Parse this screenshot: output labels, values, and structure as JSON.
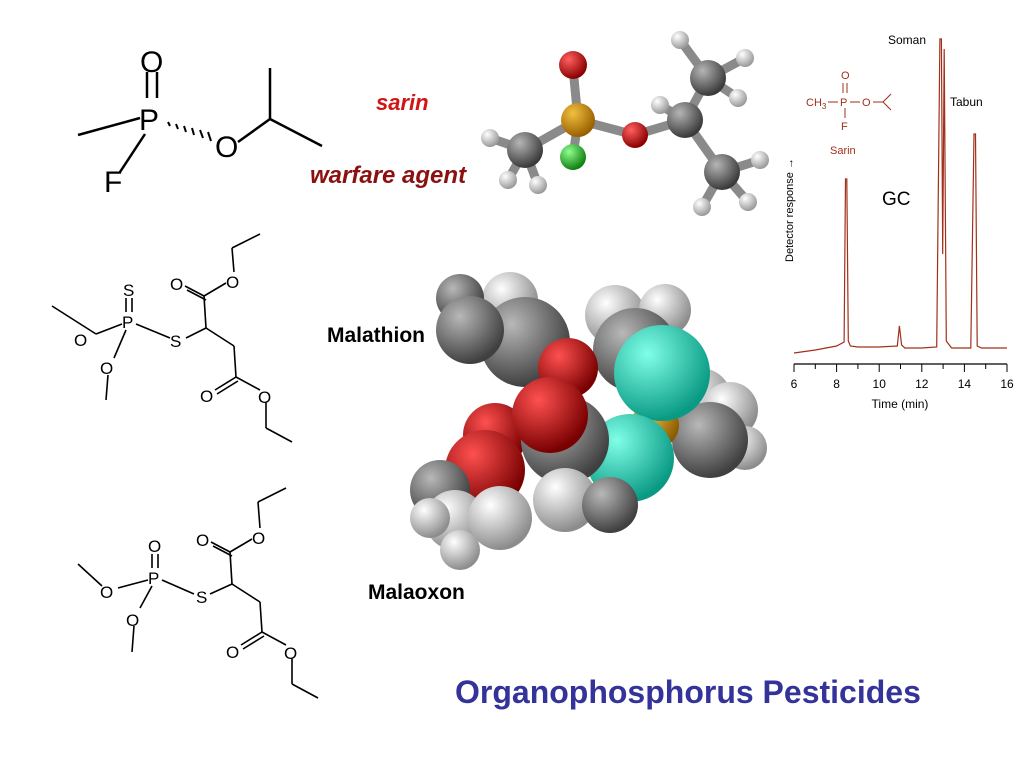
{
  "labels": {
    "sarin": "sarin",
    "warfare_agent": "warfare agent",
    "malathion": "Malathion",
    "malaoxon": "Malaoxon",
    "title": "Organophosphorus Pesticides"
  },
  "sarin_structure": {
    "o_top": "O",
    "p": "P",
    "o_ester": "O",
    "f": "F"
  },
  "malathion_structure": {
    "s_double": "S",
    "p": "P",
    "o1": "O",
    "o2": "O",
    "s_link": "S",
    "o_carbonyl1": "O",
    "o_ester1": "O",
    "o_carbonyl2": "O",
    "o_ester2": "O"
  },
  "malaoxon_structure": {
    "o_double": "O",
    "p": "P",
    "o1": "O",
    "o2": "O",
    "s_link": "S",
    "o_carbonyl1": "O",
    "o_ester1": "O",
    "o_carbonyl2": "O",
    "o_ester2": "O"
  },
  "gc_inset": {
    "formula": {
      "ch3": "CH",
      "sub3": "3",
      "p": "P",
      "o_top": "O",
      "o_right": "O",
      "f": "F",
      "name": "Sarin"
    },
    "gc_label": "GC",
    "peak_labels": {
      "soman": "Soman",
      "tabun": "Tabun"
    }
  },
  "colors": {
    "title": "#33339a",
    "sarin": "#d21414",
    "warfare": "#8b1010",
    "trace": "#a0301a"
  },
  "chart_data": {
    "type": "line",
    "title": "",
    "xlabel": "Time (min)",
    "ylabel": "Detector response →",
    "xlim": [
      6,
      16
    ],
    "x_ticks": [
      6,
      8,
      10,
      12,
      14,
      16
    ],
    "series": [
      {
        "name": "",
        "x": [
          6.0,
          7.0,
          8.0,
          8.35,
          8.42,
          8.48,
          8.55,
          8.65,
          9.0,
          10.0,
          10.85,
          10.95,
          11.05,
          11.2,
          12.0,
          12.7,
          12.85,
          12.92,
          12.98,
          13.05,
          13.15,
          13.4,
          14.0,
          14.3,
          14.45,
          14.52,
          14.6,
          14.8,
          15.5,
          16.0
        ],
        "values": [
          0.1,
          0.4,
          0.8,
          1.2,
          17.5,
          17.5,
          1.3,
          0.8,
          0.7,
          0.7,
          0.8,
          2.8,
          0.9,
          0.6,
          0.6,
          0.7,
          31.5,
          31.5,
          10.0,
          30.5,
          1.3,
          0.6,
          0.6,
          0.6,
          22.0,
          22.0,
          0.8,
          0.6,
          0.6,
          0.6
        ]
      }
    ],
    "annotations": [
      "Soman",
      "Tabun",
      "Sarin"
    ]
  }
}
